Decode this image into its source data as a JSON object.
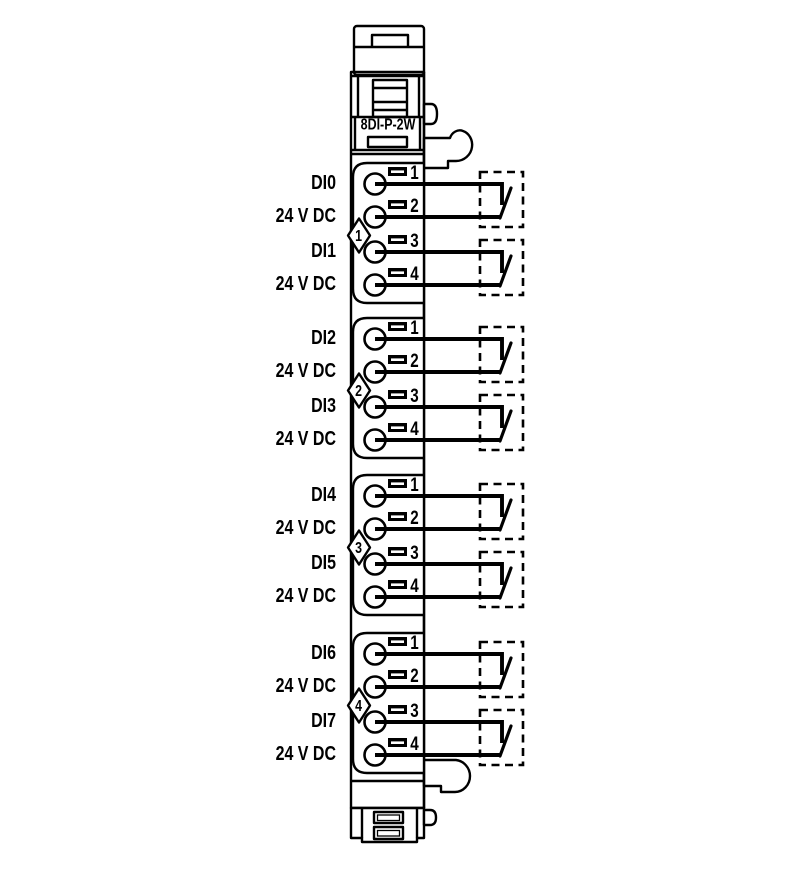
{
  "module": {
    "title": "8DI-P-2W",
    "line_color": "#000000",
    "background_color": "#ffffff"
  },
  "groups": [
    {
      "index": "1",
      "channels": [
        {
          "label": "DI0",
          "terminal": "1"
        },
        {
          "label": "24 V DC",
          "terminal": "2"
        },
        {
          "label": "DI1",
          "terminal": "3"
        },
        {
          "label": "24 V DC",
          "terminal": "4"
        }
      ]
    },
    {
      "index": "2",
      "channels": [
        {
          "label": "DI2",
          "terminal": "1"
        },
        {
          "label": "24 V DC",
          "terminal": "2"
        },
        {
          "label": "DI3",
          "terminal": "3"
        },
        {
          "label": "24 V DC",
          "terminal": "4"
        }
      ]
    },
    {
      "index": "3",
      "channels": [
        {
          "label": "DI4",
          "terminal": "1"
        },
        {
          "label": "24 V DC",
          "terminal": "2"
        },
        {
          "label": "DI5",
          "terminal": "3"
        },
        {
          "label": "24 V DC",
          "terminal": "4"
        }
      ]
    },
    {
      "index": "4",
      "channels": [
        {
          "label": "DI6",
          "terminal": "1"
        },
        {
          "label": "24 V DC",
          "terminal": "2"
        },
        {
          "label": "DI7",
          "terminal": "3"
        },
        {
          "label": "24 V DC",
          "terminal": "4"
        }
      ]
    }
  ]
}
